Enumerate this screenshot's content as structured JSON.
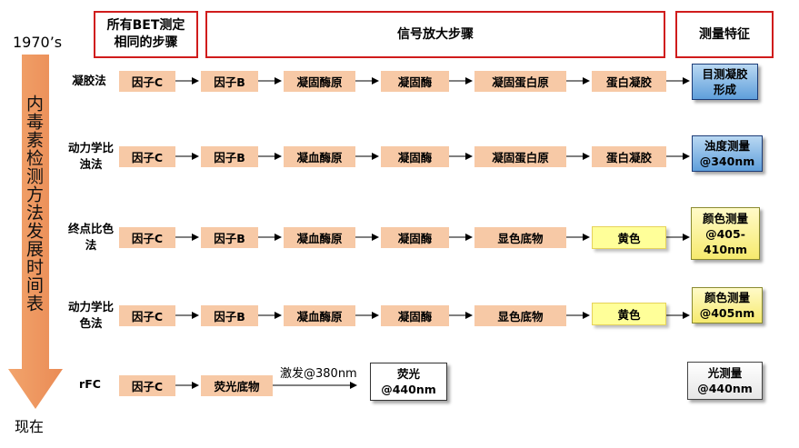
{
  "headers": {
    "common_steps": "所有BET测定相同的步骤",
    "amplification": "信号放大步骤",
    "measurement": "测量特征"
  },
  "timeline": {
    "start": "1970’s",
    "end": "现在",
    "label": "内毒素检测方法发展时间表"
  },
  "rows": [
    {
      "label": "凝胶法",
      "steps": [
        "因子C",
        "因子B",
        "凝固酶原",
        "凝固酶",
        "凝固蛋白原",
        "蛋白凝胶"
      ],
      "result": "目测凝胶形成"
    },
    {
      "label": "动力学比浊法",
      "steps": [
        "因子C",
        "因子B",
        "凝血酶原",
        "凝固酶",
        "凝固蛋白原",
        "蛋白凝胶"
      ],
      "result": "浊度测量@340nm"
    },
    {
      "label": "终点比色法",
      "steps": [
        "因子C",
        "因子B",
        "凝血酶原",
        "凝固酶",
        "显色底物",
        "黄色"
      ],
      "result": "颜色测量@405-410nm"
    },
    {
      "label": "动力学比色法",
      "steps": [
        "因子C",
        "因子B",
        "凝血酶原",
        "凝固酶",
        "显色底物",
        "黄色"
      ],
      "result": "颜色测量@405nm"
    },
    {
      "label": "rFC",
      "steps": [
        "因子C",
        "荧光底物",
        "荧光@440nm"
      ],
      "excitation": "激发@380nm",
      "result": "光测量@440nm"
    }
  ],
  "colors": {
    "header_border": "#d01c1c",
    "step_fill": "#f7c9a6",
    "yellow_fill": "#ffff99",
    "blue_result": "#5f9fdb",
    "arrow": "#ee9a66"
  }
}
